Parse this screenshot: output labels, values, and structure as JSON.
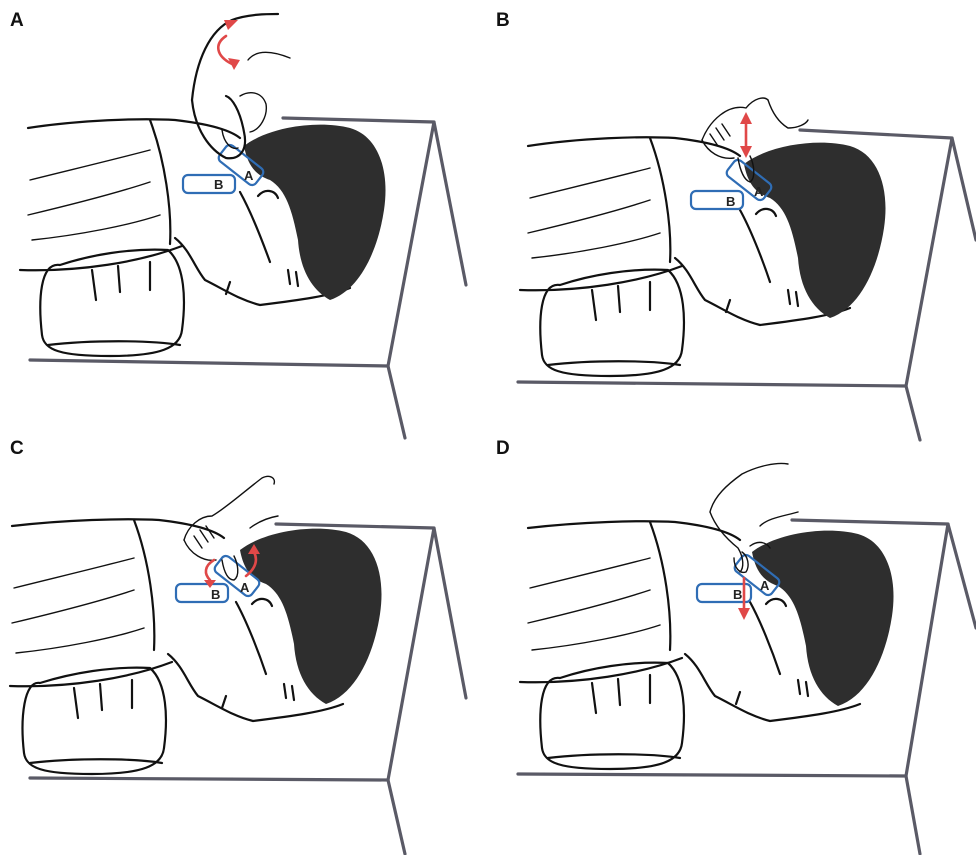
{
  "panels": [
    {
      "id": "A",
      "letter": "A",
      "zone_a": "A",
      "zone_b": "B",
      "motion": "rotational"
    },
    {
      "id": "B",
      "letter": "B",
      "zone_a": "A",
      "zone_b": "B",
      "motion": "vertical"
    },
    {
      "id": "C",
      "letter": "C",
      "zone_a": "A",
      "zone_b": "B",
      "motion": "rotational"
    },
    {
      "id": "D",
      "letter": "D",
      "zone_a": "A",
      "zone_b": "B",
      "motion": "downward"
    }
  ],
  "colors": {
    "zone_outline": "#2f6db5",
    "motion_arrow": "#e04848",
    "hair": "#2e2e2e",
    "table": "#5a5a66"
  }
}
